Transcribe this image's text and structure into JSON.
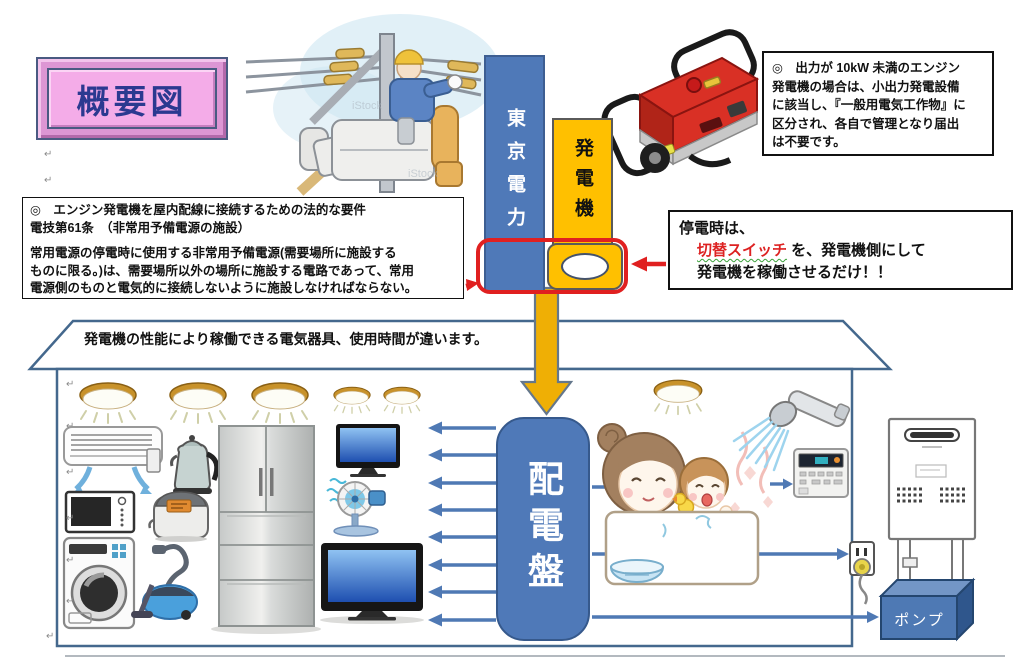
{
  "title": "概要図",
  "bars": {
    "utility": "東京電力",
    "generator": "発電機",
    "distribution_board": "配電盤",
    "pump": "ポンプ"
  },
  "notes": {
    "generator_class": {
      "lines": [
        "◎　出力が 10kW 未満のエンジン",
        "発電機の場合は、小出力発電設備",
        "に該当し、『一般用電気工作物』に",
        "区分され、各自で管理となり届出",
        "は不要です。"
      ]
    },
    "legal": {
      "heading1": "◎　エンジン発電機を屋内配線に接続するための法的な要件",
      "heading2": "電技第61条　（非常用予備電源の施設）",
      "body_lines": [
        "常用電源の停電時に使用する非常用予備電源(需要場所に施設する",
        "ものに限る。)は、需要場所以外の場所に施設する電路であって、常用",
        "電源側のものと電気的に接続しないように施設しなければならない。"
      ]
    },
    "outage": {
      "line1": "停電時は、",
      "switch_label": "切替スイッチ",
      "line2_rest": " を、発電機側にして",
      "line3": "発電機を稼働させるだけ！！"
    }
  },
  "house": {
    "caption": "発電機の性能により稼働できる電気器具、使用時間が違います。"
  },
  "watermark": "iStock",
  "artifacts": {
    "pilcrow": "↵"
  },
  "colors": {
    "accent_blue": "#4F79B8",
    "accent_yellow": "#FFC000",
    "alert_red": "#E02020",
    "title_pink": "#F4ACE8",
    "outline_slate": "#44688D"
  }
}
